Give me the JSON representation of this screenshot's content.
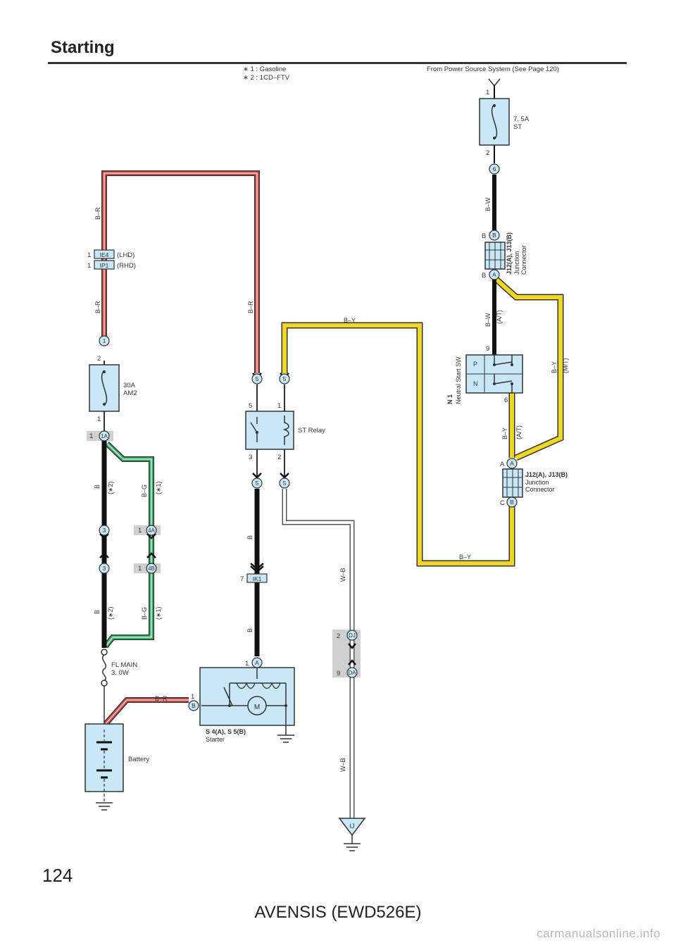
{
  "page": {
    "title": "Starting",
    "number": "124",
    "model": "AVENSIS (EWD526E)",
    "watermark": "carmanualsonline.info"
  },
  "notes": {
    "note1": "∗ 1 : Gasoline",
    "note2": "∗ 2 : 1CD–FTV",
    "power_source": "From Power Source System (See Page 120)"
  },
  "colors": {
    "box_fill": "#c8e8f8",
    "wire_red": "#e05050",
    "wire_green": "#40b870",
    "wire_yellow": "#f0d820",
    "wire_black": "#111111",
    "shade": "#d0d0d0"
  },
  "components": {
    "fuse_st": {
      "amp": "7. 5A",
      "name": "ST",
      "pin_in": "1",
      "pin_out": "2"
    },
    "fuse_am2": {
      "amp": "30A",
      "name": "AM2",
      "pin_in": "2",
      "pin_out": "1"
    },
    "fl_main": {
      "name": "FL MAIN",
      "rating": "3. 0W"
    },
    "battery": {
      "label": "Battery"
    },
    "st_relay": {
      "label": "ST Relay",
      "pin5": "5",
      "pin1": "1",
      "pin3": "3",
      "pin2": "2"
    },
    "starter": {
      "code": "S 4(A), S 5(B)",
      "name": "Starter",
      "motor": "M",
      "pin_a": "1",
      "pin_b": "1"
    },
    "jc_top": {
      "code": "J12(A), J13(B)",
      "name1": "Junction",
      "name2": "Connector"
    },
    "jc_bottom": {
      "code": "J12(A), J13(B)",
      "name1": "Junction",
      "name2": "Connector"
    },
    "nss": {
      "code": "N 1",
      "name": "Neutral Start SW",
      "p": "P",
      "n": "N",
      "pin9": "9",
      "pin6": "6"
    }
  },
  "connectors": {
    "ie4": {
      "pin": "1",
      "id": "IE4",
      "note": "(LHD)"
    },
    "ip1": {
      "pin": "1",
      "id": "IP1",
      "note": "(RHD)"
    },
    "c1": "1",
    "c1a": {
      "pin": "1",
      "id": "1A"
    },
    "c3a": "3",
    "c3b": "3",
    "c4a": {
      "pin": "1",
      "id": "4A"
    },
    "c4b": {
      "pin": "1",
      "id": "4B"
    },
    "c5a": "5",
    "c5b": "5",
    "c5c": "5",
    "c5d": "5",
    "ik1": {
      "pin": "7",
      "id": "IK1"
    },
    "dj": {
      "pin": "2",
      "id": "DJ"
    },
    "da": {
      "pin": "9",
      "id": "DA"
    },
    "ij": "IJ",
    "c6": "6",
    "jb": {
      "pin": "B",
      "id": "B"
    },
    "ja": {
      "pin": "B",
      "id": "A"
    },
    "jaa": {
      "pin": "A",
      "id": "A"
    },
    "jcb": {
      "pin": "C",
      "id": "B"
    },
    "starter_a": {
      "pin": "1",
      "id": "A"
    },
    "starter_b": {
      "pin": "1",
      "id": "B"
    }
  },
  "wires": {
    "br_top": "B–R",
    "br_left": "B–R",
    "br_mid": "B–R",
    "br_bat": "B–R",
    "by_top": "B–Y",
    "by_bottom": "B–Y",
    "by_at": "B–Y",
    "by_at_note": "(A/T)",
    "by_mt": "B–Y",
    "by_mt_note": "(M/T)",
    "bw_top": "B–W",
    "bw_at": "B–W",
    "bw_at_note": "(A/T)",
    "b_1": "B",
    "b_1_note": "(∗2)",
    "b_2": "B",
    "b_2_note": "(∗2)",
    "bg_1": "B–G",
    "bg_1_note": "(∗1)",
    "bg_2": "B–G",
    "bg_2_note": "(∗1)",
    "b_relay": "B",
    "b_starter": "B",
    "wb_1": "W–B",
    "wb_2": "W–B"
  }
}
